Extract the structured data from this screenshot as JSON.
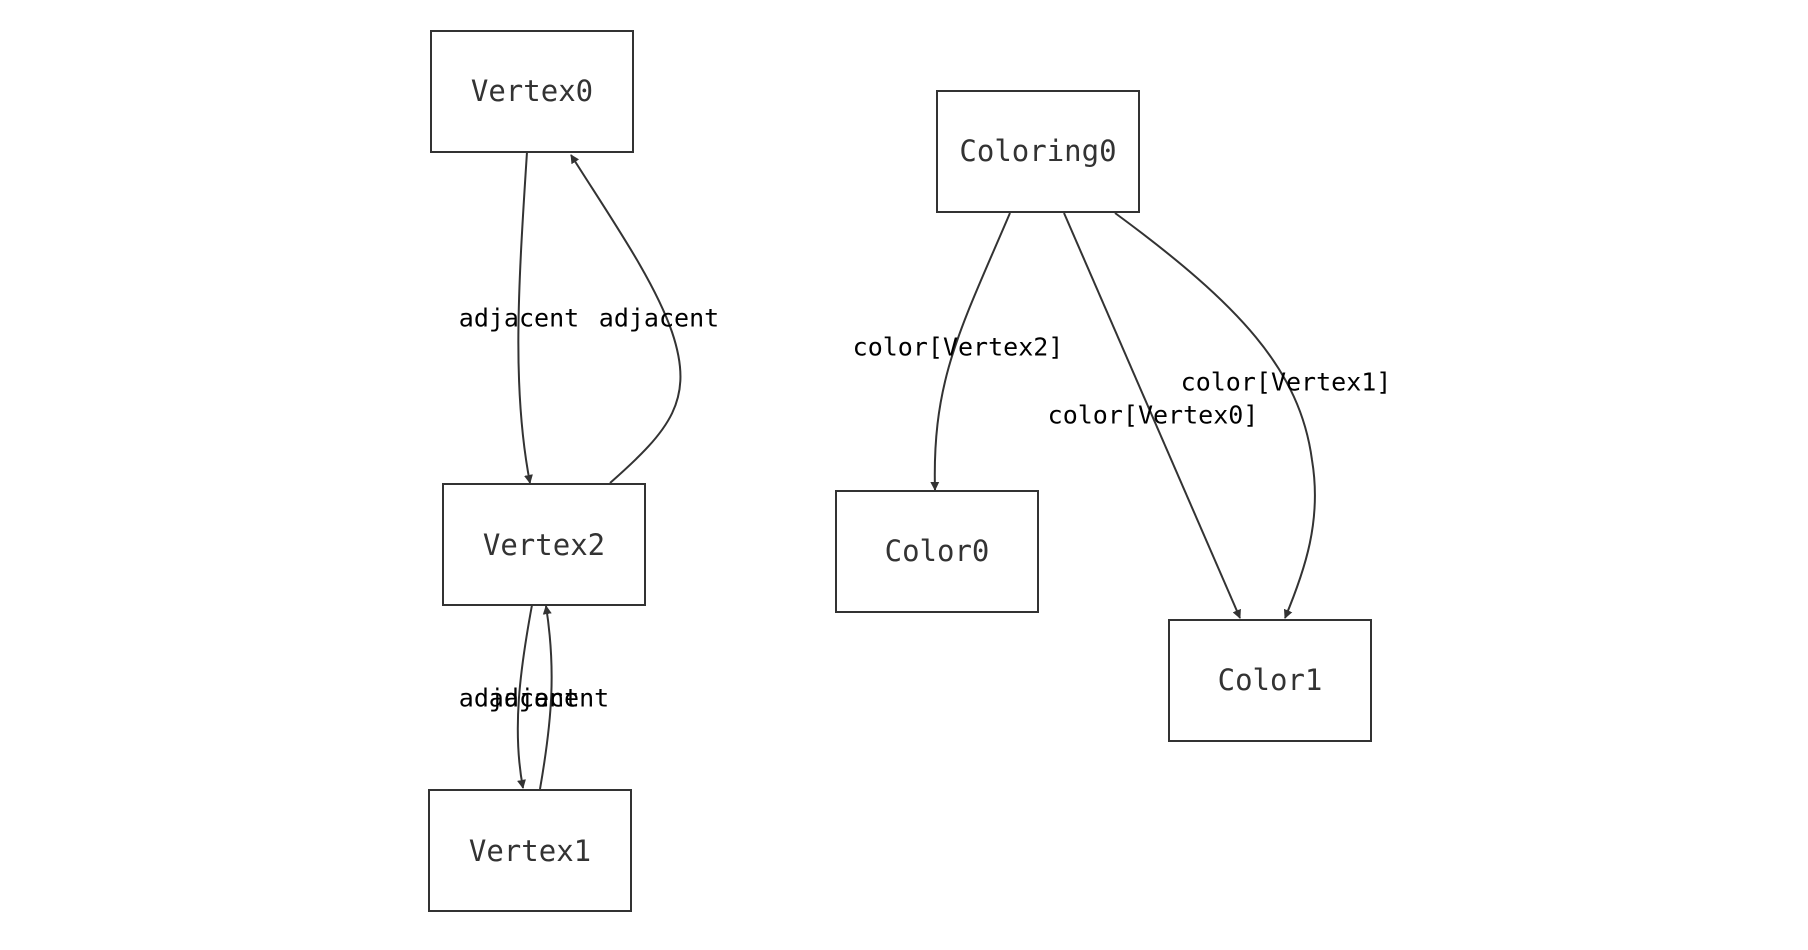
{
  "diagram": {
    "nodes": {
      "vertex0": "Vertex0",
      "vertex2": "Vertex2",
      "vertex1": "Vertex1",
      "coloring0": "Coloring0",
      "color0": "Color0",
      "color1": "Color1"
    },
    "edges": {
      "vertex0_to_vertex2": "adjacent",
      "vertex2_to_vertex0": "adjacent",
      "vertex2_to_vertex1": "adjacent",
      "vertex1_to_vertex2": "adjacent",
      "coloring0_to_color0": "color[Vertex2]",
      "coloring0_to_color1_vertex0": "color[Vertex0]",
      "coloring0_to_color1_vertex1": "color[Vertex1]"
    },
    "colors": {
      "stroke": "#333333",
      "label": "#000000",
      "node_fill": "#ffffff"
    }
  }
}
